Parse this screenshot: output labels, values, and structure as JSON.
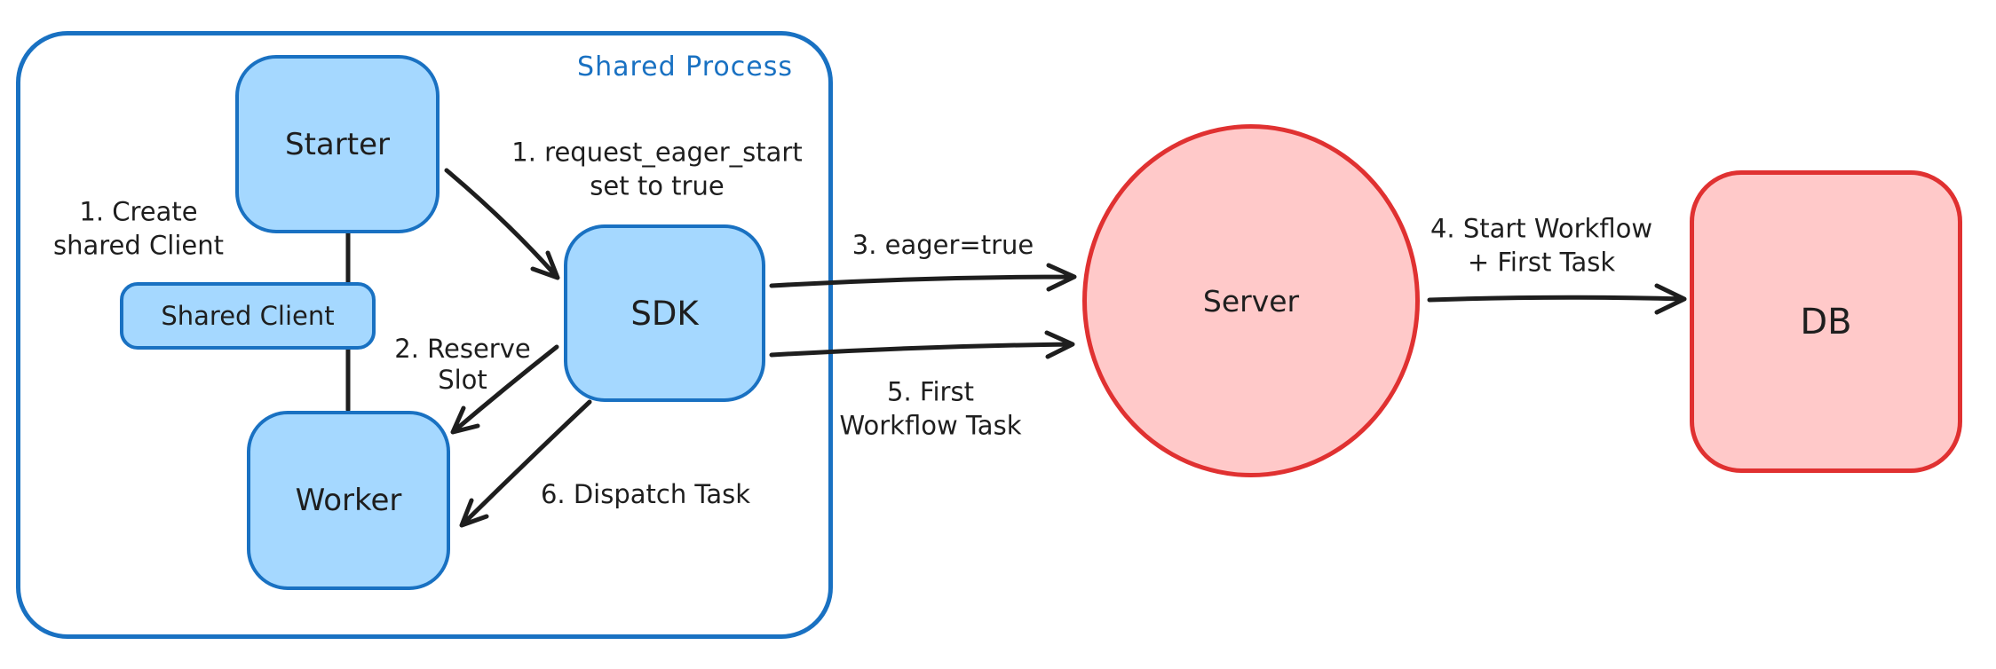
{
  "group": {
    "label": "Shared Process"
  },
  "nodes": {
    "starter": {
      "label": "Starter"
    },
    "shared_client": {
      "label": "Shared Client"
    },
    "worker": {
      "label": "Worker"
    },
    "sdk": {
      "label": "SDK"
    },
    "server": {
      "label": "Server"
    },
    "db": {
      "label": "DB"
    }
  },
  "annotations": {
    "create_client": {
      "line1": "1. Create",
      "line2": "shared Client"
    },
    "request_eager": {
      "line1": "1. request_eager_start",
      "line2": "set to true"
    },
    "reserve_slot": {
      "line1": "2. Reserve",
      "line2": "Slot"
    },
    "eager_true": {
      "text": "3. eager=true"
    },
    "start_workflow": {
      "line1": "4. Start Workflow",
      "line2": "+ First Task"
    },
    "first_wft": {
      "line1": "5. First",
      "line2": "Workflow Task"
    },
    "dispatch_task": {
      "text": "6. Dispatch Task"
    }
  },
  "edges": [
    {
      "from": "starter",
      "to": "shared_client",
      "type": "line"
    },
    {
      "from": "shared_client",
      "to": "worker",
      "type": "line"
    },
    {
      "from": "starter",
      "to": "sdk",
      "type": "arrow",
      "annotation": "request_eager"
    },
    {
      "from": "sdk",
      "to": "worker",
      "type": "arrow",
      "annotation": "reserve_slot"
    },
    {
      "from": "sdk",
      "to": "server",
      "type": "arrow",
      "annotation": "eager_true"
    },
    {
      "from": "server",
      "to": "db",
      "type": "arrow",
      "annotation": "start_workflow"
    },
    {
      "from": "sdk",
      "to": "server",
      "type": "arrow",
      "annotation": "first_wft"
    },
    {
      "from": "sdk",
      "to": "worker",
      "type": "arrow",
      "annotation": "dispatch_task"
    }
  ],
  "colors": {
    "blue_stroke": "#1971c2",
    "blue_fill": "#a5d8ff",
    "red_stroke": "#e03131",
    "red_fill": "#ffc9c9",
    "ink": "#1e1e1e",
    "background": "#ffffff"
  }
}
